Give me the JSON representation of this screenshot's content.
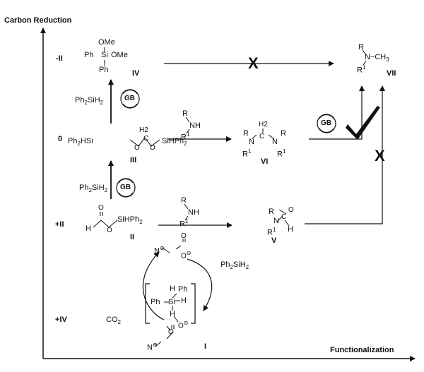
{
  "axes": {
    "y_title": "Carbon Reduction",
    "x_title": "Functionalization",
    "levels": [
      "-II",
      "0",
      "+II",
      "+IV"
    ]
  },
  "catalyst": "GB",
  "reagents": {
    "silane": "Ph2SiH2",
    "amine_R": "R",
    "amine_NH": "NH",
    "amine_R1": "R1",
    "co2": "CO2"
  },
  "compounds": {
    "I": {
      "label": "I",
      "ph": "Ph",
      "h": "H"
    },
    "II": {
      "label": "II",
      "sihph2": "SiHPh2",
      "h": "H",
      "o": "O"
    },
    "III": {
      "label": "III",
      "left": "Ph2HSi",
      "right": "SiHPh2",
      "h2": "H2",
      "c": "C",
      "o": "O"
    },
    "IV": {
      "label": "IV",
      "ome": "OMe",
      "ph": "Ph"
    },
    "V": {
      "label": "V",
      "r": "R",
      "r1": "R1",
      "n": "N",
      "h": "H",
      "o": "O"
    },
    "VI": {
      "label": "VI",
      "r": "R",
      "r1": "R1",
      "n": "N",
      "h2": "H2",
      "c": "C"
    },
    "VII": {
      "label": "VII",
      "r": "R",
      "r1": "R1",
      "nch3": "N−CH3"
    }
  },
  "blocked_marks": [
    "X",
    "X"
  ],
  "success_mark": "✔",
  "colors": {
    "ink": "#111111",
    "background": "#ffffff"
  }
}
